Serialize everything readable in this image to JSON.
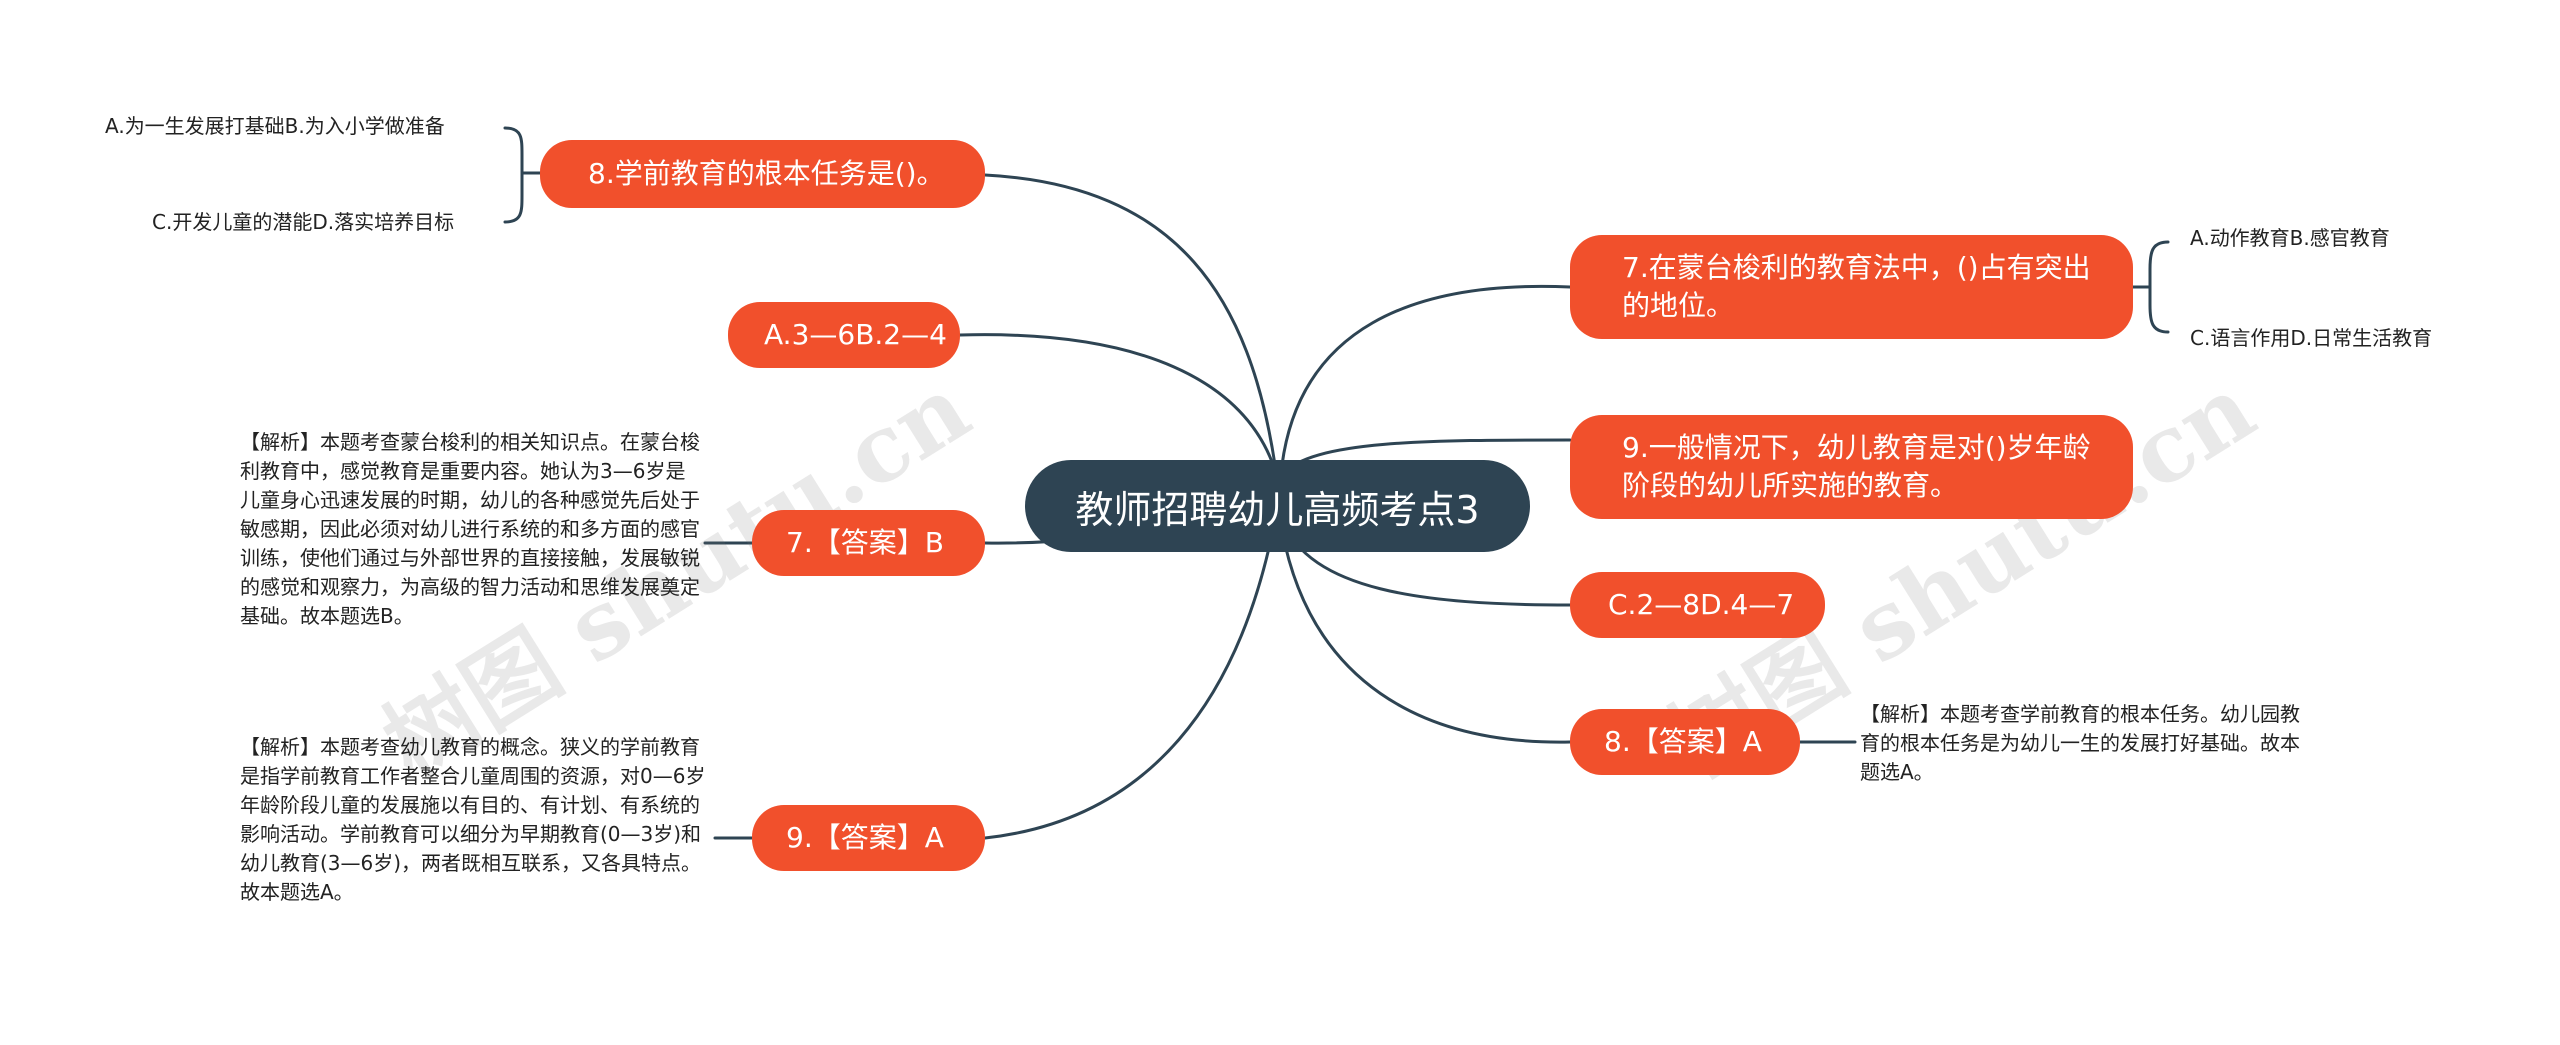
{
  "title": "教师招聘幼儿高频考点3",
  "colors": {
    "root_bg": "#2e4453",
    "branch_bg": "#f1502c",
    "line": "#2e4453",
    "text": "#222222",
    "background": "#ffffff"
  },
  "watermark": "树图 shutu.cn",
  "left_branches": {
    "q8": {
      "label": "8.学前教育的根本任务是()。",
      "options": [
        "A.为一生发展打基础B.为入小学做准备",
        "C.开发儿童的潜能D.落实培养目标"
      ]
    },
    "opt_a": {
      "label": "A.3—6B.2—4"
    },
    "ans7": {
      "label": "7.【答案】B",
      "analysis": "【解析】本题考查蒙台梭利的相关知识点。在蒙台梭利教育中，感觉教育是重要内容。她认为3—6岁是儿童身心迅速发展的时期，幼儿的各种感觉先后处于敏感期，因此必须对幼儿进行系统的和多方面的感官训练，使他们通过与外部世界的直接接触，发展敏锐的感觉和观察力，为高级的智力活动和思维发展奠定基础。故本题选B。"
    },
    "ans9": {
      "label": "9.【答案】A",
      "analysis": "【解析】本题考查幼儿教育的概念。狭义的学前教育是指学前教育工作者整合儿童周围的资源，对0—6岁年龄阶段儿童的发展施以有目的、有计划、有系统的影响活动。学前教育可以细分为早期教育(0—3岁)和幼儿教育(3—6岁)，两者既相互联系，又各具特点。故本题选A。"
    }
  },
  "right_branches": {
    "q7": {
      "label": "7.在蒙台梭利的教育法中，()占有突出的地位。",
      "options": [
        "A.动作教育B.感官教育",
        "C.语言作用D.日常生活教育"
      ]
    },
    "q9": {
      "label": "9.一般情况下，幼儿教育是对()岁年龄阶段的幼儿所实施的教育。"
    },
    "opt_c": {
      "label": "C.2—8D.4—7"
    },
    "ans8": {
      "label": "8.【答案】A",
      "analysis": "【解析】本题考查学前教育的根本任务。幼儿园教育的根本任务是为幼儿一生的发展打好基础。故本题选A。"
    }
  }
}
